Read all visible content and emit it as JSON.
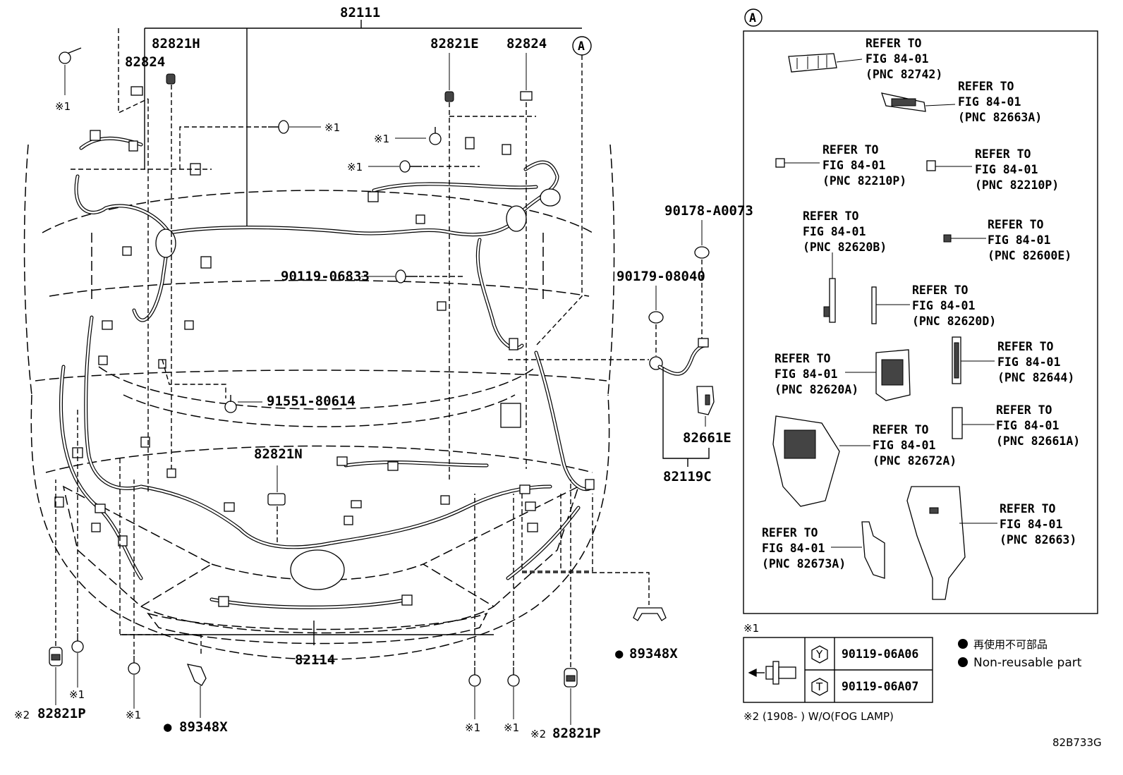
{
  "diagram": {
    "code": "82B733G",
    "labels": {
      "p82111": "82111",
      "p82821H": "82821H",
      "p82824a": "82824",
      "p82821E": "82821E",
      "p82824b": "82824",
      "circleA": "A",
      "p90119_06833": "90119-06833",
      "p91551_80614": "91551-80614",
      "p82821N": "82821N",
      "p82114": "82114",
      "p82821P_left": "82821P",
      "p82821P_right": "82821P",
      "p89348X_left": "89348X",
      "p89348X_right": "89348X",
      "p90178_A0073": "90178-A0073",
      "p90179_08040": "90179-08040",
      "p82661E": "82661E",
      "p82119C": "82119C",
      "mark1": "※1",
      "mark2": "※2",
      "bullet": "●"
    },
    "panelA": {
      "title": "A",
      "refers": [
        {
          "l1": "REFER TO",
          "l2": "FIG 84-01",
          "l3": "(PNC 82742)"
        },
        {
          "l1": "REFER TO",
          "l2": "FIG 84-01",
          "l3": "(PNC 82663A)"
        },
        {
          "l1": "REFER TO",
          "l2": "FIG 84-01",
          "l3": "(PNC 82210P)"
        },
        {
          "l1": "REFER TO",
          "l2": "FIG 84-01",
          "l3": "(PNC 82210P)"
        },
        {
          "l1": "REFER TO",
          "l2": "FIG 84-01",
          "l3": "(PNC 82620B)"
        },
        {
          "l1": "REFER TO",
          "l2": "FIG 84-01",
          "l3": "(PNC 82600E)"
        },
        {
          "l1": "REFER TO",
          "l2": "FIG 84-01",
          "l3": "(PNC 82620D)"
        },
        {
          "l1": "REFER TO",
          "l2": "FIG 84-01",
          "l3": "(PNC 82620A)"
        },
        {
          "l1": "REFER TO",
          "l2": "FIG 84-01",
          "l3": "(PNC 82644)"
        },
        {
          "l1": "REFER TO",
          "l2": "FIG 84-01",
          "l3": "(PNC 82672A)"
        },
        {
          "l1": "REFER TO",
          "l2": "FIG 84-01",
          "l3": "(PNC 82661A)"
        },
        {
          "l1": "REFER TO",
          "l2": "FIG 84-01",
          "l3": "(PNC 82663)"
        },
        {
          "l1": "REFER TO",
          "l2": "FIG 84-01",
          "l3": "(PNC 82673A)"
        }
      ]
    },
    "footnote1": {
      "mark": "※1",
      "rows": [
        {
          "code": "Y",
          "part": "90119-06A06"
        },
        {
          "code": "T",
          "part": "90119-06A07"
        }
      ]
    },
    "legend": {
      "jp": "再使用不可部品",
      "en": "Non-reusable part"
    },
    "footnote2": "※2 (1908-        ) W/O(FOG LAMP)"
  }
}
